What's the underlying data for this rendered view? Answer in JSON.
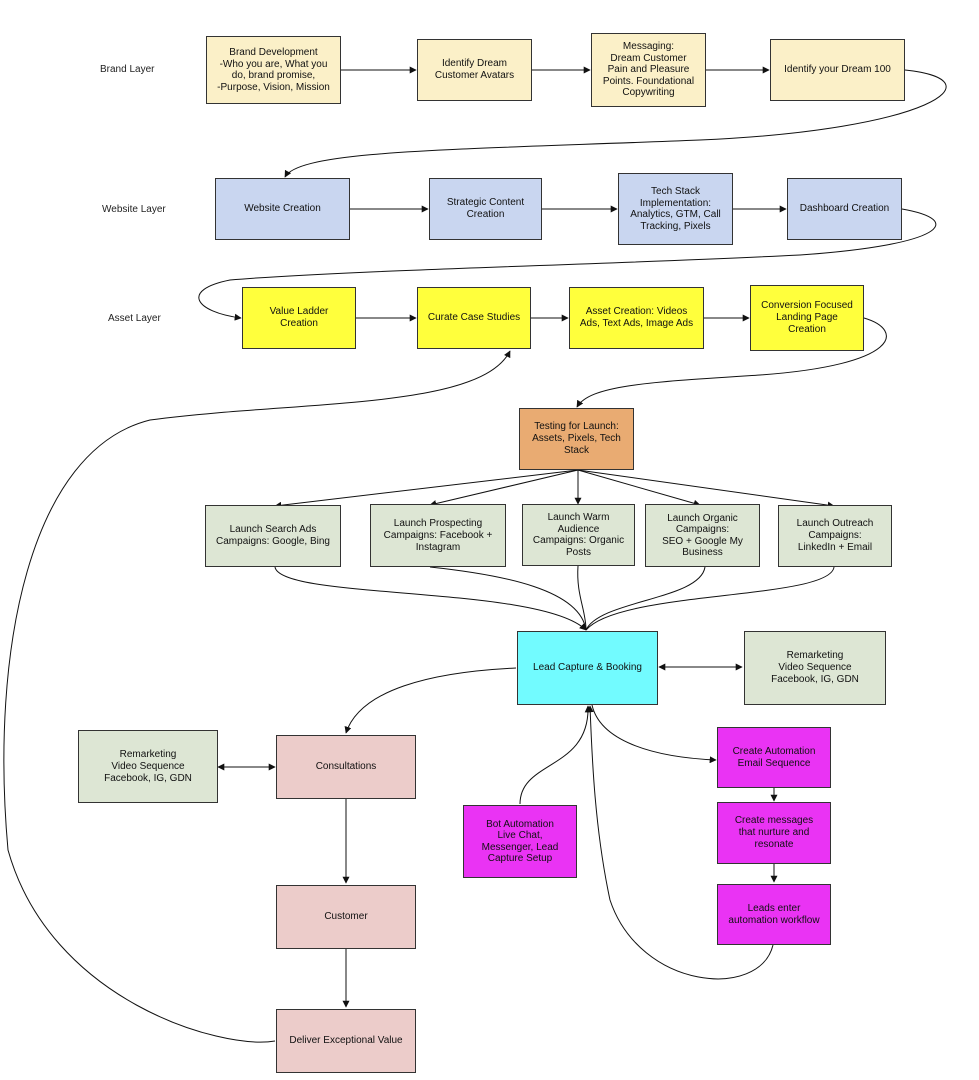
{
  "colors": {
    "brand": "#fbf0c8",
    "website": "#c9d6f0",
    "asset": "#ffff3c",
    "testing": "#e9ab72",
    "campaign": "#dde6d4",
    "lead_capture": "#72fbff",
    "remarketing": "#dde6d4",
    "pipeline": "#ecccca",
    "automation": "#ea33f4",
    "edge": "#111111"
  },
  "layers": {
    "brand": "Brand Layer",
    "website": "Website Layer",
    "asset": "Asset Layer"
  },
  "nodes": {
    "brand_development": "Brand Development\n-Who you are, What you\ndo, brand promise,\n-Purpose, Vision, Mission",
    "identify_avatars": "Identify Dream\nCustomer Avatars",
    "messaging": "Messaging:\nDream Customer\nPain and Pleasure\nPoints. Foundational\nCopywriting",
    "dream_100": "Identify your Dream 100",
    "website_creation": "Website Creation",
    "strategic_content": "Strategic Content\nCreation",
    "tech_stack": "Tech Stack\nImplementation:\nAnalytics, GTM, Call\nTracking, Pixels",
    "dashboard": "Dashboard Creation",
    "value_ladder": "Value Ladder\nCreation",
    "case_studies": "Curate Case Studies",
    "asset_creation": "Asset Creation: Videos\nAds, Text Ads, Image Ads",
    "landing_page": "Conversion Focused\nLanding Page\nCreation",
    "testing": "Testing for Launch:\nAssets, Pixels, Tech\nStack",
    "search_ads": "Launch Search Ads\nCampaigns: Google, Bing",
    "prospecting": "Launch Prospecting\nCampaigns: Facebook +\nInstagram",
    "warm_audience": "Launch Warm\nAudience\nCampaigns: Organic\nPosts",
    "organic": "Launch Organic\nCampaigns:\nSEO + Google My\nBusiness",
    "outreach": "Launch Outreach\nCampaigns:\nLinkedIn + Email",
    "lead_capture": "Lead Capture & Booking",
    "remarketing_right": "Remarketing\nVideo Sequence\nFacebook, IG, GDN",
    "remarketing_left": "Remarketing\nVideo Sequence\nFacebook, IG, GDN",
    "consultations": "Consultations",
    "customer": "Customer",
    "deliver_value": "Deliver Exceptional Value",
    "bot_automation": "Bot Automation\nLive Chat,\nMessenger, Lead\nCapture Setup",
    "email_sequence": "Create Automation\nEmail Sequence",
    "nurture_messages": "Create messages\nthat nurture and\nresonate",
    "automation_workflow": "Leads enter\nautomation workflow"
  }
}
